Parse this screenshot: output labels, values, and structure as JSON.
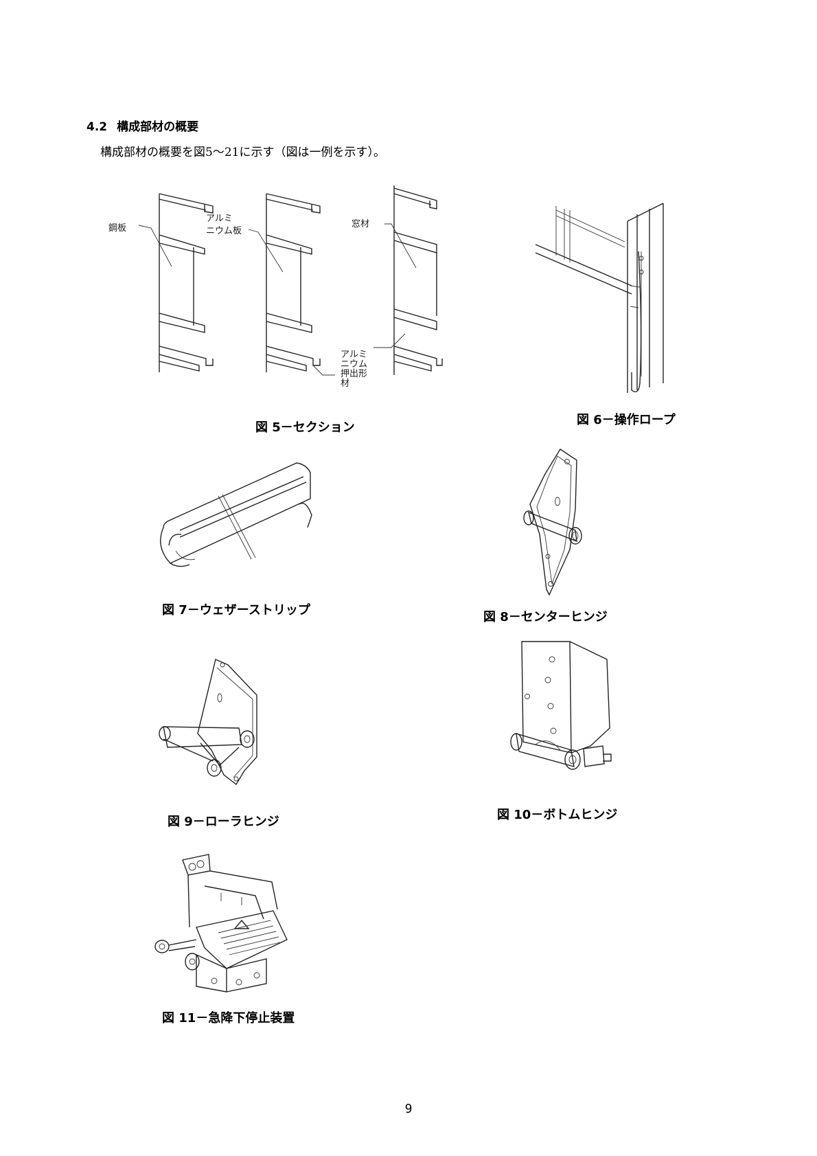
{
  "section": {
    "number": "4.2",
    "title": "構成部材の概要",
    "intro": "構成部材の概要を図5～21に示す（図は一例を示す）。"
  },
  "figures": {
    "fig5": {
      "caption": "図 5－セクション",
      "labels": {
        "steel": "鋼板",
        "aluminum_line1": "アルミ",
        "aluminum_line2": "ニウム板",
        "window": "窓材",
        "extrusion_line1": "アルミ",
        "extrusion_line2": "ニウム",
        "extrusion_line3": "押出形",
        "extrusion_line4": "材"
      }
    },
    "fig6": {
      "caption": "図 6－操作ロープ"
    },
    "fig7": {
      "caption": "図 7－ウェザーストリップ"
    },
    "fig8": {
      "caption": "図 8－センターヒンジ"
    },
    "fig9": {
      "caption": "図 9－ローラヒンジ"
    },
    "fig10": {
      "caption": "図 10－ボトムヒンジ"
    },
    "fig11": {
      "caption": "図 11－急降下停止装置"
    }
  },
  "page_number": "9"
}
